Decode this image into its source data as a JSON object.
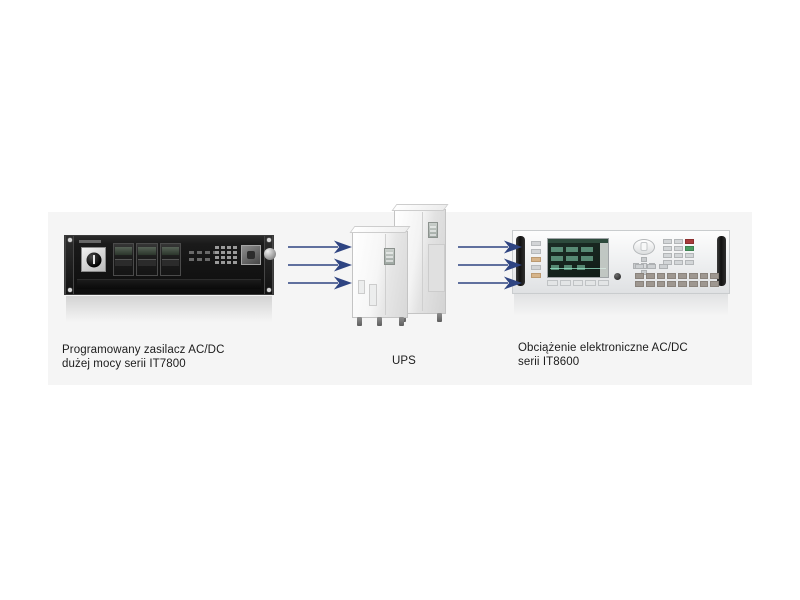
{
  "diagram": {
    "panel_background": "#f5f5f5",
    "page_background": "#ffffff",
    "arrow_color": "#2e4482",
    "caption_color": "#1c1c1c",
    "nodes": [
      {
        "id": "it7800",
        "caption": "Programowany zasilacz AC/DC\ndużej mocy serii IT7800",
        "device_kind": "rack-mount-power-supply",
        "device_color": "#141414"
      },
      {
        "id": "ups",
        "caption": "UPS",
        "device_kind": "ups-cabinets",
        "device_color": "#f1f1f1"
      },
      {
        "id": "it8600",
        "caption": "Obciążenie elektroniczne AC/DC\nserii IT8600",
        "device_kind": "benchtop-electronic-load",
        "device_color": "#f0f1f2"
      }
    ],
    "arrow_groups": [
      {
        "id": "left",
        "from": "it7800",
        "to": "ups",
        "count": 3,
        "direction": "right"
      },
      {
        "id": "right",
        "from": "ups",
        "to": "it8600",
        "count": 3,
        "direction": "right"
      }
    ]
  }
}
